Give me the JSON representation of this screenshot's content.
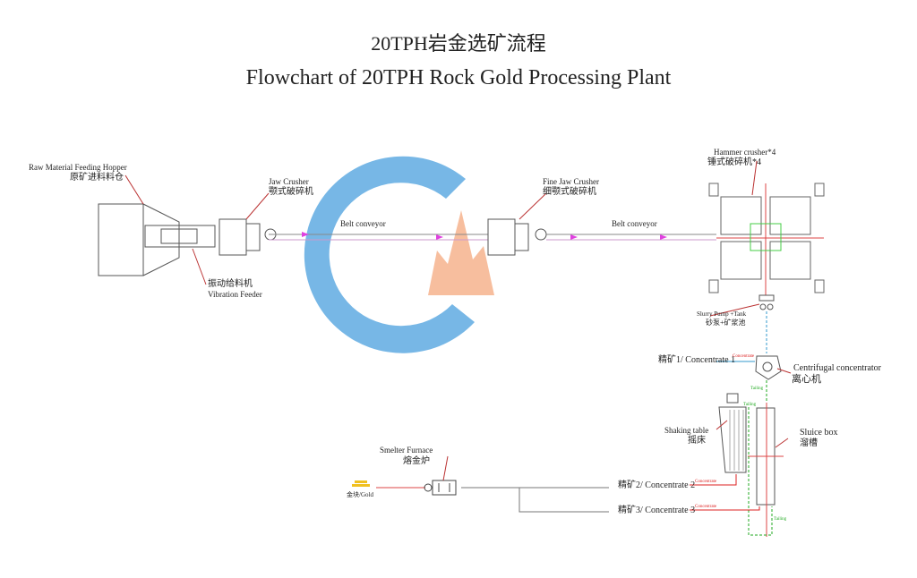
{
  "title": {
    "zh": "20TPH岩金选矿流程",
    "en": "Flowchart of 20TPH Rock Gold  Processing Plant"
  },
  "nodes": {
    "hopper": {
      "en": "Raw Material Feeding Hopper",
      "zh": "原矿进料料仓"
    },
    "feeder": {
      "zh": "振动给料机",
      "en": "Vibration Feeder"
    },
    "jaw": {
      "en": "Jaw Crusher",
      "zh": "颚式破碎机"
    },
    "belt1": {
      "en": "Belt conveyor"
    },
    "fine_jaw": {
      "en": "Fine Jaw Crusher",
      "zh": "细颚式破碎机"
    },
    "belt2": {
      "en": "Belt conveyor"
    },
    "hammer": {
      "en": "Hammer crusher*4",
      "zh": "锤式破碎机*4"
    },
    "pump": {
      "en": "Slurry Pump +Tank",
      "zh": "砂泵+矿浆池"
    },
    "centrifugal": {
      "en": "Centrifugal concentrator",
      "zh": "离心机"
    },
    "conc1": {
      "label": "精矿1/ Concentrate 1"
    },
    "shaking": {
      "en": "Shaking table",
      "zh": "摇床"
    },
    "sluice": {
      "en": "Sluice box",
      "zh": "溜槽"
    },
    "conc2": {
      "label": "精矿2/ Concentrate 2"
    },
    "conc3": {
      "label": "精矿3/ Concentrate 3"
    },
    "furnace": {
      "en": "Smelter Furnace",
      "zh": "熔金炉"
    },
    "gold": {
      "label": "金块/Gold"
    }
  },
  "flow_labels": {
    "concentrate": "Concentrate",
    "tailing": "Tailing"
  },
  "colors": {
    "line": "#555555",
    "belt": "#e040e0",
    "concentrate": "#dd2222",
    "tailing": "#22aa22",
    "water": "#3399cc",
    "logo_blue": "#2a8fd8",
    "logo_red": "#f06040"
  }
}
